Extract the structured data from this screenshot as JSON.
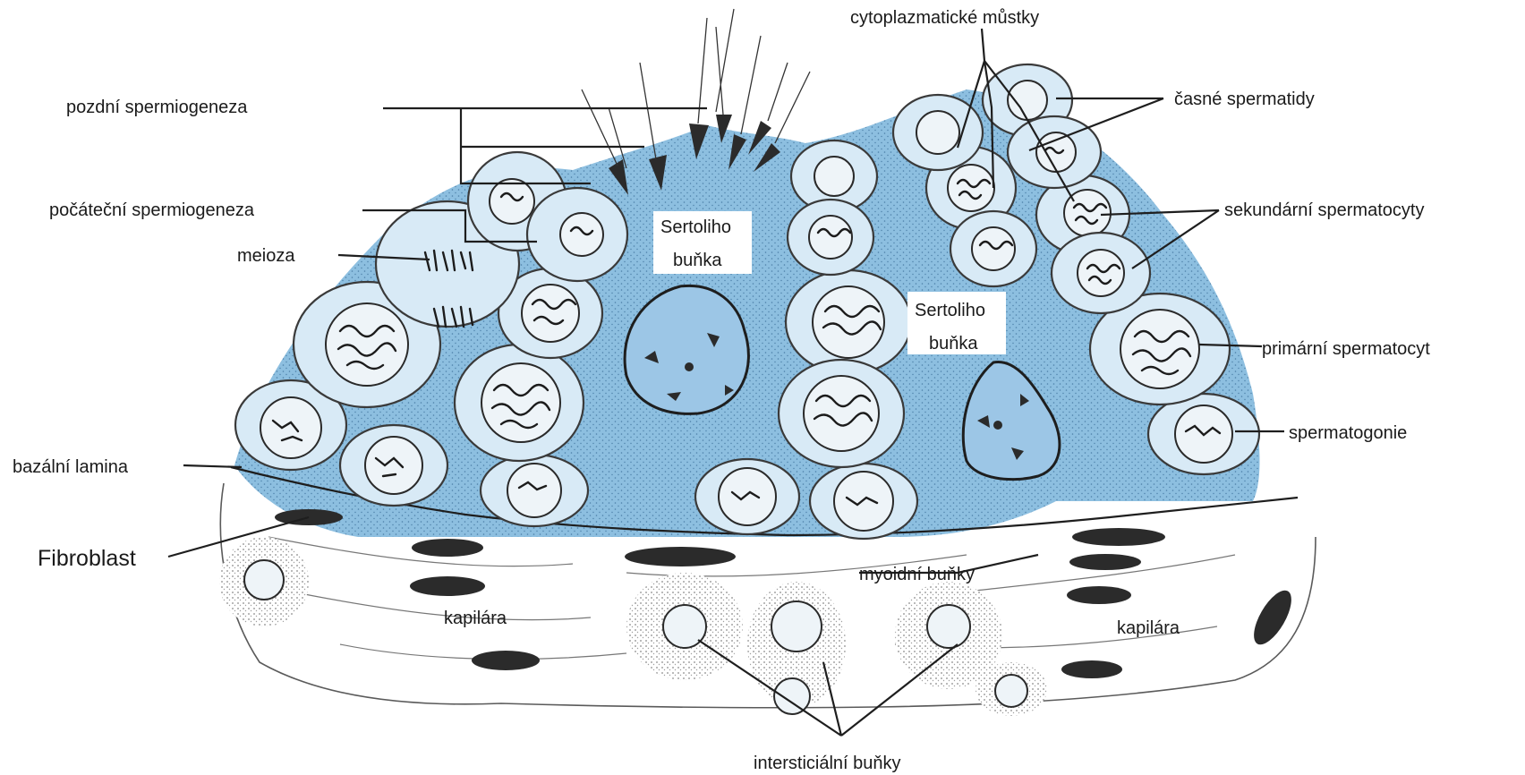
{
  "labels": {
    "cytoplasmic_bridges": "cytoplazmatické můstky",
    "late_spermiogenesis": "pozdní spermiogeneza",
    "early_spermatids": "časné spermatidy",
    "early_spermiogenesis": "počáteční spermiogeneza",
    "secondary_spermatocytes": "sekundární spermatocyty",
    "meiosis": "meioza",
    "sertoli_cell_1_line1": "Sertoliho",
    "sertoli_cell_1_line2": "buňka",
    "sertoli_cell_2_line1": "Sertoliho",
    "sertoli_cell_2_line2": "buňka",
    "primary_spermatocyte": "primární spermatocyt",
    "spermatogonia": "spermatogonie",
    "basal_lamina": "bazální lamina",
    "fibroblast": "Fibroblast",
    "myoid_cells": "myoidní buňky",
    "capillary_left": "kapilára",
    "capillary_right": "kapilára",
    "interstitial_cells": "intersticiální buňky"
  },
  "colors": {
    "sertoli_cytoplasm": "#7fb4da",
    "germ_cell": "#d8eaf6",
    "outline": "#2a2a2a"
  }
}
